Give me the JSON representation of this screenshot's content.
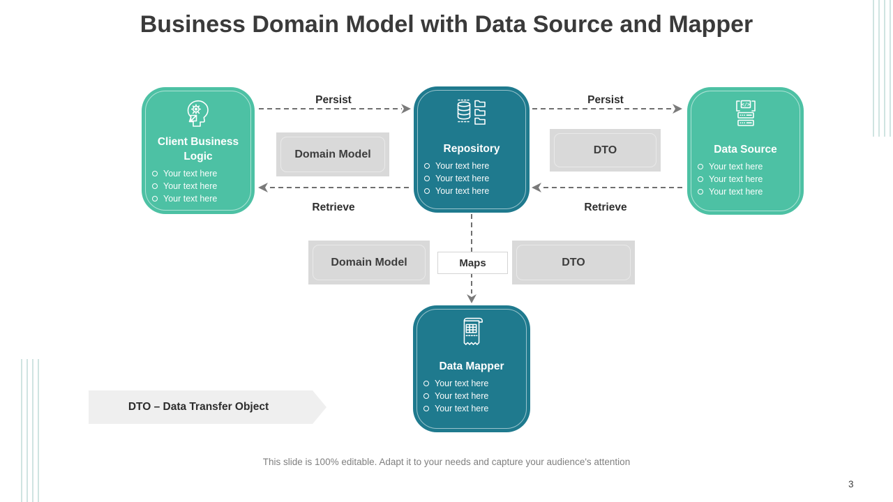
{
  "slide": {
    "title": "Business Domain Model with Data Source and Mapper",
    "footer": "This slide is 100% editable. Adapt it to your needs and capture your audience's attention",
    "page_number": "3"
  },
  "colors": {
    "node_green": "#4DC1A4",
    "node_teal": "#1F7A8E",
    "label_gray": "#D9D9D9",
    "ribbon_gray": "#EFEFEF",
    "arrow_gray": "#6F6F6F",
    "accent_line": "#CFE4E1"
  },
  "nodes": {
    "client": {
      "title": "Client Business Logic",
      "icon": "head-gear-icon",
      "bullets": [
        "Your text here",
        "Your text here",
        "Your text here"
      ]
    },
    "repository": {
      "title": "Repository",
      "icon": "database-folders-icon",
      "bullets": [
        "Your text here",
        "Your text here",
        "Your text here"
      ]
    },
    "data_source": {
      "title": "Data Source",
      "icon": "server-code-icon",
      "bullets": [
        "Your text here",
        "Your text here",
        "Your text here"
      ]
    },
    "data_mapper": {
      "title": "Data Mapper",
      "icon": "document-table-icon",
      "bullets": [
        "Your text here",
        "Your text here",
        "Your text here"
      ]
    }
  },
  "connectors": {
    "persist_left": "Persist",
    "persist_right": "Persist",
    "retrieve_left": "Retrieve",
    "retrieve_right": "Retrieve"
  },
  "labels": {
    "domain_model_top": "Domain Model",
    "dto_top": "DTO",
    "domain_model_mid": "Domain Model",
    "maps": "Maps",
    "dto_mid": "DTO"
  },
  "legend": {
    "text": "DTO –  Data Transfer Object"
  }
}
